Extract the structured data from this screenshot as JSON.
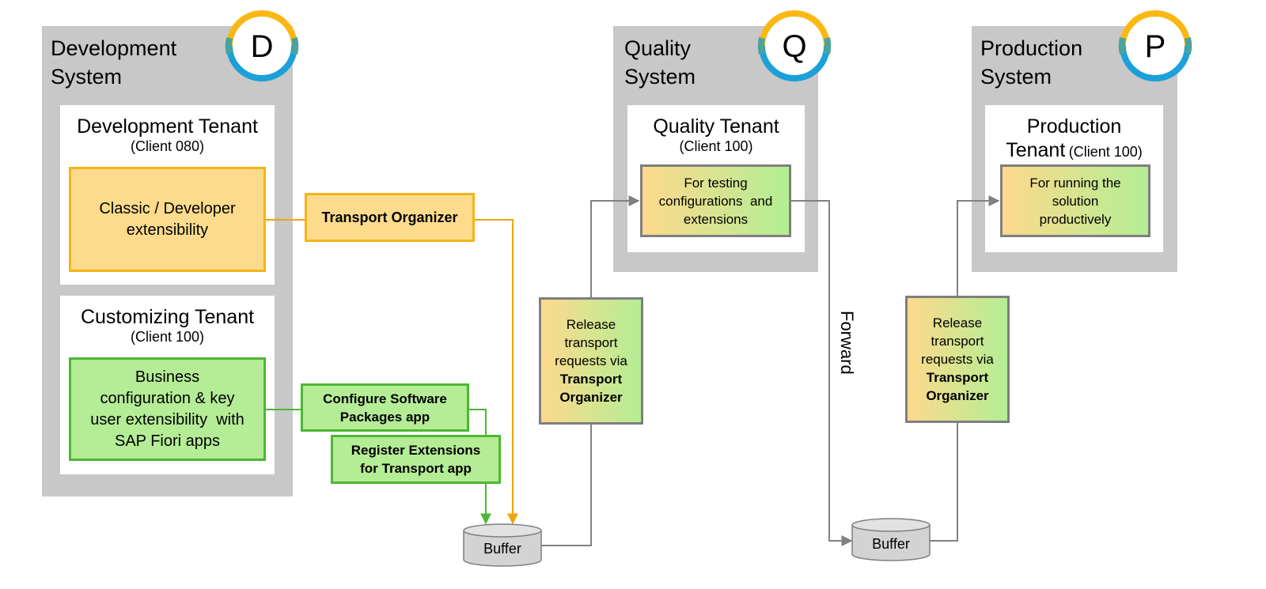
{
  "systems": {
    "dev": {
      "title": "Development\nSystem",
      "letter": "D"
    },
    "qual": {
      "title": "Quality\nSystem",
      "letter": "Q"
    },
    "prod": {
      "title": "Production\nSystem",
      "letter": "P"
    }
  },
  "tenants": {
    "dev": {
      "name": "Development Tenant",
      "client": "(Client 080)"
    },
    "cust": {
      "name": "Customizing Tenant",
      "client": "(Client 100)"
    },
    "qual": {
      "name": "Quality Tenant",
      "client": "(Client 100)"
    },
    "prod": {
      "name_line1": "Production",
      "name_line2": "Tenant",
      "client": "(Client 100)"
    }
  },
  "boxes": {
    "classic": "Classic / Developer\nextensibility",
    "business": "Business\nconfiguration & key\nuser extensibility  with\nSAP Fiori apps",
    "transport_organizer": "Transport Organizer",
    "configure_sw": "Configure Software\nPackages app",
    "register_ext": "Register Extensions\nfor Transport app",
    "testing": "For testing\nconfigurations  and\nextensions",
    "running": "For running the\nsolution\nproductively",
    "release1_text": "Release\ntransport\nrequests via",
    "release1_bold": "Transport\nOrganizer",
    "release2_text": "Release\ntransport\nrequests via",
    "release2_bold": "Transport\nOrganizer"
  },
  "buffers": {
    "b1": "Buffer",
    "b2": "Buffer"
  },
  "forward_label": "Forward",
  "colors": {
    "ring_yellow": "#fbb813",
    "ring_olive": "#a4b24a",
    "ring_teal": "#4aa39c",
    "ring_blue": "#1ba0d9",
    "orange_line": "#f0a30a",
    "green_line": "#4cb733",
    "gray_line": "#808080"
  }
}
